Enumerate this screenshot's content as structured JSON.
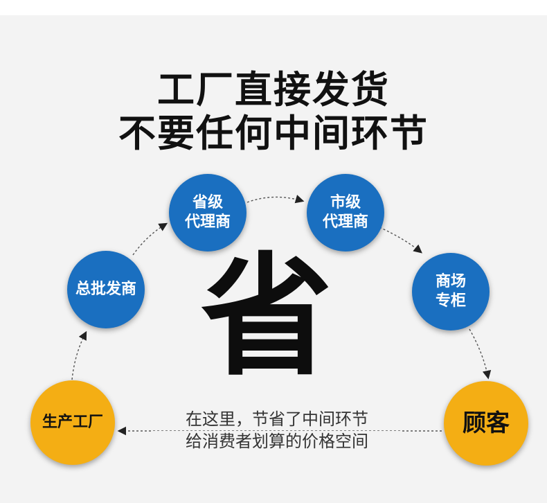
{
  "headline": {
    "line1": "工厂直接发货",
    "line2": "不要任何中间环节"
  },
  "nodes": {
    "factory": "生产工厂",
    "wholesale": "总批发商",
    "provincial": "省级\n代理商",
    "city": "市级\n代理商",
    "mall": "商场\n专柜",
    "customer": "顾客"
  },
  "center_char": "省",
  "note": {
    "line1": "在这里，节省了中间环节",
    "line2": "给消费者划算的价格空间"
  },
  "colors": {
    "blue": "#1a6fc0",
    "yellow": "#f4ae14",
    "background": "#f3f3f3"
  }
}
